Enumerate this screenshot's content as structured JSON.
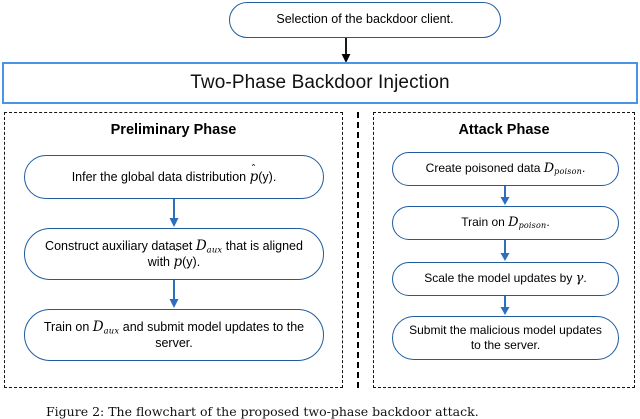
{
  "figure": {
    "top_node": {
      "label": "Selection of the backdoor client."
    },
    "banner": {
      "title": "Two-Phase Backdoor Injection",
      "border_color": "#4a94e8"
    },
    "colors": {
      "banner_border": "#4a94e8",
      "pill_border": "#1f5c9e",
      "arrow_blue": "#2d6fbd",
      "arrow_black": "#000000",
      "panel_dash": "#141414",
      "background": "#ffffff"
    },
    "phases": [
      {
        "title": "Preliminary Phase",
        "steps": [
          {
            "parts": [
              {
                "type": "text",
                "value": "Infer the global data distribution "
              },
              {
                "type": "math",
                "base": "p",
                "hat": true,
                "after": "(y)."
              }
            ],
            "plain": "Infer the global data distribution p̂(y)."
          },
          {
            "parts": [
              {
                "type": "text",
                "value": "Construct auxiliary dataset "
              },
              {
                "type": "math",
                "base": "D",
                "sub": "aux"
              },
              {
                "type": "text",
                "value": " that is aligned with "
              },
              {
                "type": "math",
                "base": "p",
                "hat": true,
                "after": "(y)."
              }
            ],
            "plain": "Construct auxiliary dataset D_aux that is aligned with p̂(y)."
          },
          {
            "parts": [
              {
                "type": "text",
                "value": "Train on "
              },
              {
                "type": "math",
                "base": "D",
                "sub": "aux"
              },
              {
                "type": "text",
                "value": " and submit model updates to the server."
              }
            ],
            "plain": "Train on D_aux and submit model updates to the server."
          }
        ]
      },
      {
        "title": "Attack Phase",
        "steps": [
          {
            "parts": [
              {
                "type": "text",
                "value": "Create poisoned data "
              },
              {
                "type": "math",
                "base": "D",
                "sub": "poison",
                "after": "."
              }
            ],
            "plain": "Create poisoned data D_poison."
          },
          {
            "parts": [
              {
                "type": "text",
                "value": "Train on "
              },
              {
                "type": "math",
                "base": "D",
                "sub": "poison",
                "after": "."
              }
            ],
            "plain": "Train on D_poison."
          },
          {
            "parts": [
              {
                "type": "text",
                "value": "Scale the model updates by "
              },
              {
                "type": "greek",
                "value": "γ",
                "after": "."
              }
            ],
            "plain": "Scale the model updates by γ."
          },
          {
            "parts": [
              {
                "type": "text",
                "value": "Submit the malicious model updates to the server."
              }
            ],
            "plain": "Submit the malicious model updates to the server."
          }
        ]
      }
    ],
    "arrows": [
      {
        "name": "top-arrow",
        "color": "#000000",
        "direction": "down"
      },
      {
        "name": "left-arrow-1",
        "color": "#2d6fbd",
        "direction": "down"
      },
      {
        "name": "left-arrow-2",
        "color": "#2d6fbd",
        "direction": "down"
      },
      {
        "name": "right-arrow-1",
        "color": "#2d6fbd",
        "direction": "down"
      },
      {
        "name": "right-arrow-2",
        "color": "#2d6fbd",
        "direction": "down"
      },
      {
        "name": "right-arrow-3",
        "color": "#2d6fbd",
        "direction": "down"
      }
    ],
    "caption": "Figure 2: The flowchart of the proposed two-phase backdoor attack."
  }
}
